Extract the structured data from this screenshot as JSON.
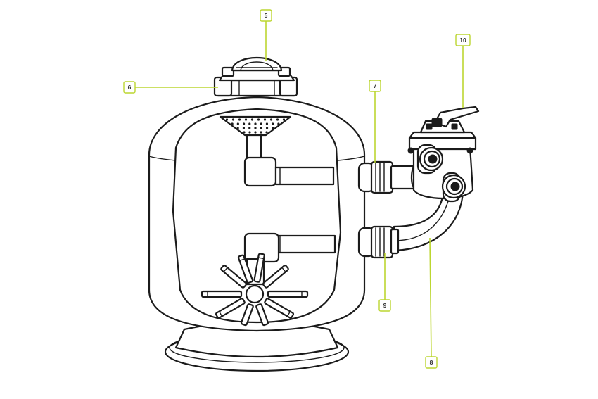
{
  "accent_color": "#bcd630",
  "callouts": [
    {
      "id": "c5",
      "label": "5",
      "part": "lid"
    },
    {
      "id": "c6",
      "label": "6",
      "part": "lid-ring"
    },
    {
      "id": "c7",
      "label": "7",
      "part": "upper-union-coupling"
    },
    {
      "id": "c8",
      "label": "8",
      "part": "connection-pipe"
    },
    {
      "id": "c9",
      "label": "9",
      "part": "lower-union-coupling"
    },
    {
      "id": "c10",
      "label": "10",
      "part": "multiport-valve-handle"
    }
  ]
}
